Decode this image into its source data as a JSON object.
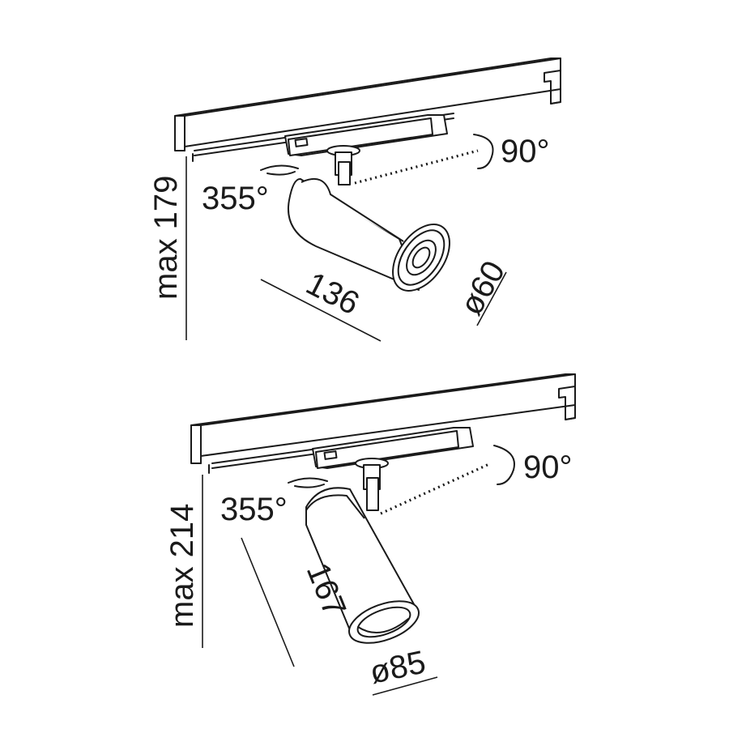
{
  "colors": {
    "line": "#1a1a1a",
    "background": "#ffffff"
  },
  "top_fixture": {
    "height_label": "max 179",
    "rotation_horizontal": "355°",
    "rotation_vertical": "90°",
    "length_label": "136",
    "diameter_label": "ø60"
  },
  "bottom_fixture": {
    "height_label": "max 214",
    "rotation_horizontal": "355°",
    "rotation_vertical": "90°",
    "length_label": "167",
    "diameter_label": "ø85"
  }
}
